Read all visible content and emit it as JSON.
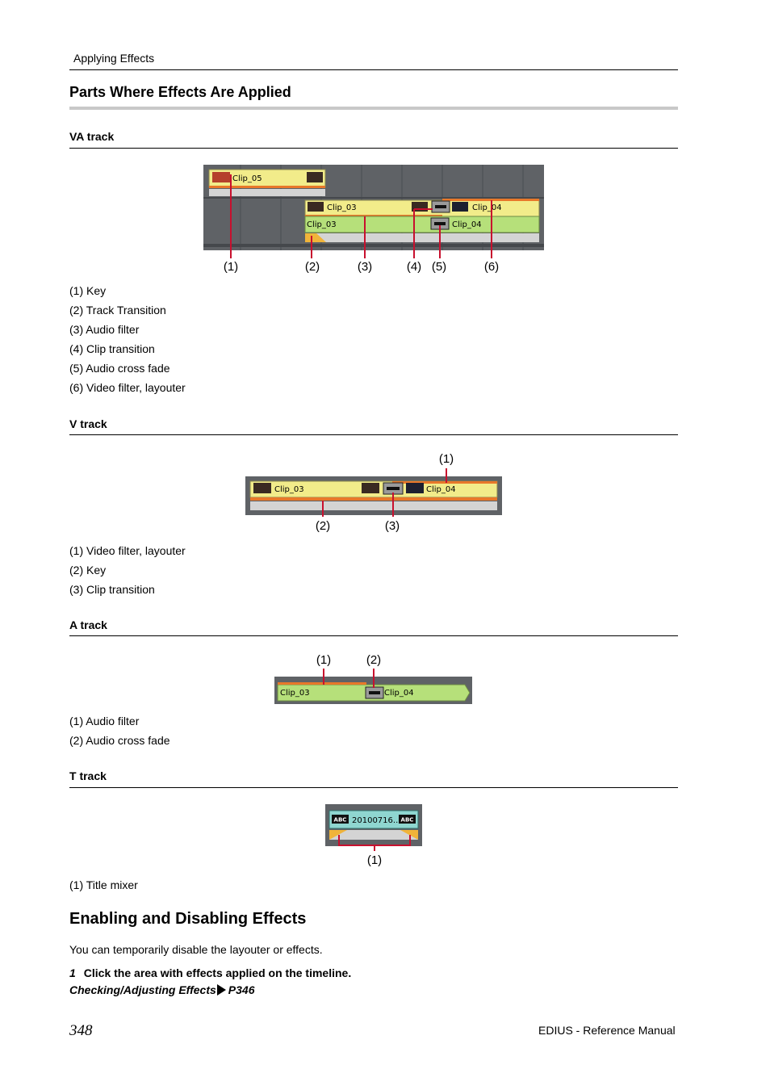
{
  "header": {
    "running_head": "Applying Effects"
  },
  "section": {
    "title": "Parts Where Effects Are Applied"
  },
  "va_track": {
    "heading": "VA track",
    "clips": {
      "clip05": "Clip_05",
      "clip03": "Clip_03",
      "clip03_audio": "Clip_03",
      "clip04_video": "Clip_04",
      "clip04_audio": "Clip_04"
    },
    "callouts": [
      "(1)",
      "(2)",
      "(3)",
      "(4)",
      "(5)",
      "(6)"
    ],
    "items": [
      "(1) Key",
      "(2) Track Transition",
      "(3) Audio filter",
      "(4) Clip transition",
      "(5) Audio cross fade",
      "(6) Video filter, layouter"
    ]
  },
  "v_track": {
    "heading": "V track",
    "clips": {
      "clip03": "Clip_03",
      "clip04": "Clip_04"
    },
    "callouts": [
      "(1)",
      "(2)",
      "(3)"
    ],
    "items": [
      "(1) Video filter, layouter",
      "(2) Key",
      "(3) Clip transition"
    ]
  },
  "a_track": {
    "heading": "A track",
    "clips": {
      "clip03": "Clip_03",
      "clip04": "Clip_04"
    },
    "callouts": [
      "(1)",
      "(2)"
    ],
    "items": [
      "(1) Audio filter",
      "(2) Audio cross fade"
    ]
  },
  "t_track": {
    "heading": "T track",
    "clip": {
      "badge": "ABC",
      "label": "20100716.."
    },
    "callouts": [
      "(1)"
    ],
    "items": [
      "(1) Title mixer"
    ]
  },
  "enabling": {
    "title": "Enabling and Disabling Effects",
    "intro": "You can temporarily disable the layouter or effects.",
    "step_number": "1",
    "step_text": "Click the area with effects applied on the timeline.",
    "xref_text": "Checking/Adjusting Effects",
    "xref_page": "P346"
  },
  "footer": {
    "page_number": "348",
    "manual_title": "EDIUS - Reference Manual"
  },
  "colors": {
    "clip_yellow": "#f2ec8a",
    "audio_green": "#b6e07a",
    "accent_orange": "#e8782a",
    "callout_red": "#c8102e",
    "panel_gray": "#5f6266"
  }
}
